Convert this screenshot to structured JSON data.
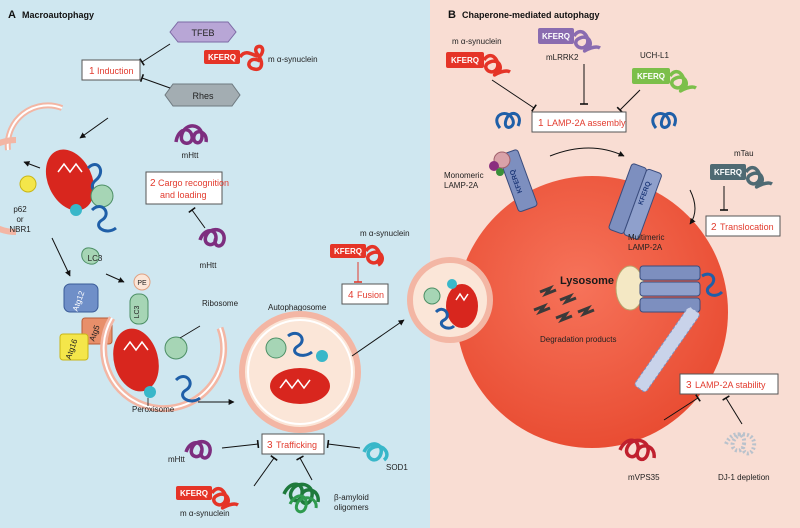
{
  "colors": {
    "panel_a_bg": "#cfe7f0",
    "panel_b_bg": "#f9ddd3",
    "red_label": "#e23b2e",
    "lysosome": "#ef5a3c",
    "protein_blue": "#1f5fa8",
    "kferq_red": "#e53427",
    "kferq_purple": "#8a6cb0",
    "kferq_green": "#7cbf4a",
    "kferq_slate": "#4f6a73",
    "mhtt_purple": "#7d2e7f",
    "teal": "#39b7c9",
    "mito_red": "#d8261e"
  },
  "panel_a": {
    "letter": "A",
    "title": "Macroautophagy",
    "tfeb": "TFEB",
    "rhes": "Rhes",
    "kferq_top": "KFERQ",
    "m_asyn_top": "m α-synuclein",
    "mhtt_top": "mHtt",
    "induction_num": "1",
    "induction_text": "Induction",
    "cargo_num": "2",
    "cargo_line1": "Cargo recognition",
    "cargo_line2": "and loading",
    "mhtt_cargo": "mHtt",
    "p62_line1": "p62",
    "p62_line2": "or",
    "p62_line3": "NBR1",
    "lc3_free": "LC3",
    "pe": "PE",
    "lc3_bound": "LC3",
    "atg12": "Atg12",
    "atg5": "Atg5",
    "atg16": "Atg16",
    "ribosome": "Ribosome",
    "peroxisome": "Peroxisome",
    "autophagosome": "Autophagosome",
    "fusion_asyn": "m α-synuclein",
    "fusion_kferq": "KFERQ",
    "fusion_num": "4",
    "fusion_text": "Fusion",
    "traf_num": "3",
    "traf_text": "Trafficking",
    "mhtt_traf": "mHtt",
    "sod1": "SOD1",
    "kferq_bottom": "KFERQ",
    "asyn_bottom": "m α-synuclein",
    "beta_amyloid_line1": "β-amyloid",
    "beta_amyloid_line2": "oligomers"
  },
  "panel_b": {
    "letter": "B",
    "title": "Chaperone-mediated autophagy",
    "asyn": "m α-synuclein",
    "kferq_asyn": "KFERQ",
    "kferq_lrrk2": "KFERQ",
    "mlrrk2": "mLRRK2",
    "uchl1": "UCH-L1",
    "kferq_uchl1": "KFERQ",
    "assembly_num": "1",
    "assembly_text": "LAMP-2A assembly",
    "kferq_mono": "KFERQ",
    "kferq_multi": "KFERQ",
    "monomeric_line1": "Monomeric",
    "monomeric_line2": "LAMP-2A",
    "mtau": "mTau",
    "kferq_mtau": "KFERQ",
    "translocation_num": "2",
    "translocation_text": "Translocation",
    "multimeric_line1": "Multimeric",
    "multimeric_line2": "LAMP-2A",
    "lysosome": "Lysosome",
    "degradation": "Degradation products",
    "stability_num": "3",
    "stability_text": "LAMP-2A stability",
    "mvps35": "mVPS35",
    "dj1": "DJ-1 depletion"
  }
}
